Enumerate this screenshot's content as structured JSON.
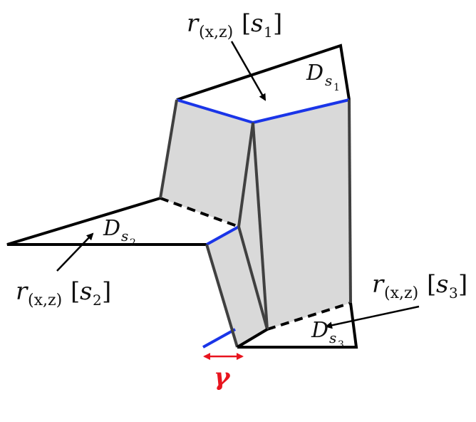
{
  "labels": {
    "r_main": "r",
    "sub_xz": "(x,z)",
    "bracket_open": "[",
    "bracket_close": "]",
    "s_var": "s",
    "idx1": "1",
    "idx2": "2",
    "idx3": "3",
    "D_cal": "D",
    "gamma": "γ"
  },
  "colors": {
    "outline": "#000000",
    "fold_edge": "#404040",
    "blue_edge": "#1a35e8",
    "fill": "#d9d9d9",
    "gamma": "#e8141e"
  }
}
